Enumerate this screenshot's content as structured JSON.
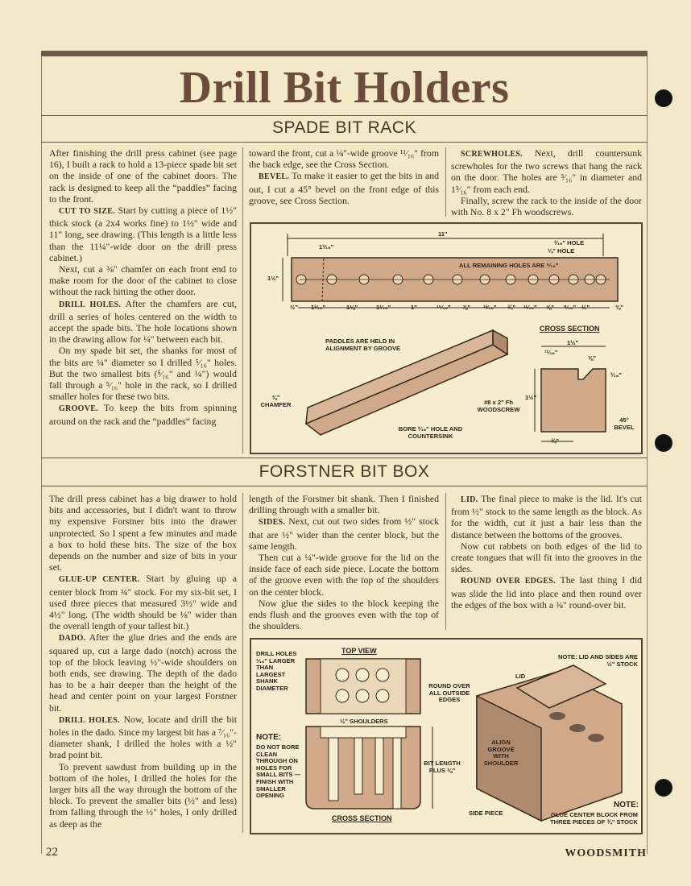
{
  "title": "Drill Bit Holders",
  "section1": {
    "heading": "SPADE BIT RACK",
    "col1": [
      {
        "head": "",
        "text": "After finishing the drill press cabinet (see page 16), I built a rack to hold a 13-piece spade bit set on the inside of one of the cabinet doors. The rack is designed to keep all the “paddles” facing to the front."
      },
      {
        "head": "Cut to Size.",
        "text": " Start by cutting a piece of 1½\" thick stock (a 2x4 works fine) to 1½\" wide and 11\" long, see drawing. (This length is a little less than the 11¼\"-wide door on the drill press cabinet.)"
      },
      {
        "head": "",
        "text": "Next, cut a ⅜\" chamfer on each front end to make room for the door of the cabinet to close without the rack hitting the other door."
      },
      {
        "head": "Drill Holes.",
        "text": " After the chamfers are cut, drill a series of holes centered on the width to accept the spade bits. The hole locations shown in the drawing allow for ¼\" between each bit."
      },
      {
        "head": "",
        "text": "On my spade bit set, the shanks for most of the bits are ¼\" diameter so I drilled ⁵⁄₁₆\" holes. But the two smallest bits (⁵⁄₁₆\" and ¼\") would fall through a ⁵⁄₁₆\" hole in the rack, so I drilled smaller holes for these two bits."
      },
      {
        "head": "Groove.",
        "text": " To keep the bits from spinning around on the rack and the “paddles” facing"
      }
    ],
    "col2": [
      {
        "head": "",
        "text": "toward the front, cut a ⅛\"-wide groove ¹¹⁄₁₆\" from the back edge, see the Cross Section."
      },
      {
        "head": "Bevel.",
        "text": " To make it easier to get the bits in and out, I cut a 45° bevel on the front edge of this groove, see Cross Section."
      }
    ],
    "col3": [
      {
        "head": "Screwholes.",
        "text": " Next, drill countersunk screwholes for the two screws that hang the rack on the door. The holes are ³⁄₁₆\" in diameter and 1³⁄₁₆\" from each end."
      },
      {
        "head": "",
        "text": "Finally, screw the rack to the inside of the door with No. 8 x 2\" Fh woodscrews."
      }
    ],
    "figure": {
      "overall_length": "11\"",
      "left_end": "1³⁄₁₆\"",
      "height": "1½\"",
      "hole_316": "³⁄₁₆\" HOLE",
      "hole_14": "¼\" HOLE",
      "all_remaining": "ALL REMAINING HOLES ARE ⁵⁄₁₆\"",
      "dims": [
        "½\"",
        "1³⁄₁₆\"",
        "1⅛\"",
        "1¹⁄₁₆\"",
        "1\"",
        "¹⁵⁄₁₆\"",
        "⅞\"",
        "¹³⁄₁₆\"",
        "¾\"",
        "¹¹⁄₁₆\"",
        "⅝\"",
        "⁹⁄₁₆\"",
        "½\"",
        "⅜\""
      ],
      "paddles": "PADDLES ARE HELD IN ALIGNMENT BY GROOVE",
      "chamfer": "⅜\" CHAMFER",
      "bore": "BORE ³⁄₁₆\" HOLE AND COUNTERSINK",
      "screw": "#8 x 2\" Fh WOODSCREW",
      "cross_section": "CROSS SECTION",
      "cs_width": "1½\"",
      "cs_1116": "¹¹⁄₁₆\"",
      "cs_18": "⅛\"",
      "cs_316": "³⁄₁₆\"",
      "cs_height": "1½\"",
      "cs_34": "¾\"",
      "bevel": "45° BEVEL"
    }
  },
  "section2": {
    "heading": "FORSTNER BIT BOX",
    "col1": [
      {
        "head": "",
        "text": "The drill press cabinet has a big drawer to hold bits and accessories, but I didn't want to throw my expensive Forstner bits into the drawer unprotected. So I spent a few minutes and made a box to hold these bits. The size of the box depends on the number and size of bits in your set."
      },
      {
        "head": "Glue-Up Center.",
        "text": " Start by gluing up a center block from ¾\" stock. For my six-bit set, I used three pieces that measured 3½\" wide and 4½\" long. (The width should be ⅛\" wider than the overall length of your tallest bit.)"
      },
      {
        "head": "Dado.",
        "text": " After the glue dries and the ends are squared up, cut a large dado (notch) across the top of the block leaving ½\"-wide shoulders on both ends, see drawing. The depth of the dado has to be a hair deeper than the height of the head and center point on your largest Forstner bit."
      },
      {
        "head": "Drill Holes.",
        "text": " Now, locate and drill the bit holes in the dado. Since my largest bit has a ⁷⁄₁₆\"-diameter shank, I drilled the holes with a ½\" brad point bit."
      },
      {
        "head": "",
        "text": "To prevent sawdust from building up in the bottom of the holes, I drilled the holes for the larger bits all the way through the bottom of the block. To prevent the smaller bits (½\" and less) from falling through the ½\" holes, I only drilled as deep as the"
      }
    ],
    "col2": [
      {
        "head": "",
        "text": "length of the Forstner bit shank. Then I finished drilling through with a smaller bit."
      },
      {
        "head": "Sides.",
        "text": " Next, cut out two sides from ½\" stock that are ½\" wider than the center block, but the same length."
      },
      {
        "head": "",
        "text": "Then cut a ¼\"-wide groove for the lid on the inside face of each side piece. Locate the bottom of the groove even with the top of the shoulders on the center block."
      },
      {
        "head": "",
        "text": "Now glue the sides to the block keeping the ends flush and the grooves even with the top of the shoulders."
      }
    ],
    "col3": [
      {
        "head": "Lid.",
        "text": " The final piece to make is the lid. It's cut from ½\" stock to the same length as the block. As for the width, cut it just a hair less than the distance between the bottoms of the grooves."
      },
      {
        "head": "",
        "text": "Now cut rabbets on both edges of the lid to create tongues that will fit into the grooves in the sides."
      },
      {
        "head": "Round Over Edges.",
        "text": " The last thing I did was slide the lid into place and then round over the edges of the box with a ⅜\" round-over bit."
      }
    ],
    "figure": {
      "drill_holes": "DRILL HOLES ¹⁄₁₆\" LARGER THAN LARGEST SHANK DIAMETER",
      "top_view": "TOP VIEW",
      "round_over": "ROUND OVER ALL OUTSIDE EDGES",
      "shoulders": "½\" SHOULDERS",
      "note1_title": "NOTE:",
      "note1": "DO NOT BORE CLEAN THROUGH ON HOLES FOR SMALL BITS — FINISH WITH SMALLER OPENING",
      "bit_length": "BIT LENGTH PLUS ⅛\"",
      "cross_section": "CROSS SECTION",
      "note2": "NOTE: LID AND SIDES ARE ½\" STOCK",
      "lid": "LID",
      "align": "ALIGN GROOVE WITH SHOULDER",
      "side_piece": "SIDE PIECE",
      "note3_title": "NOTE:",
      "note3": "GLUE CENTER BLOCK FROM THREE PIECES OF ¾\" STOCK"
    }
  },
  "footer": {
    "page": "22",
    "magazine": "WOODSMITH"
  }
}
